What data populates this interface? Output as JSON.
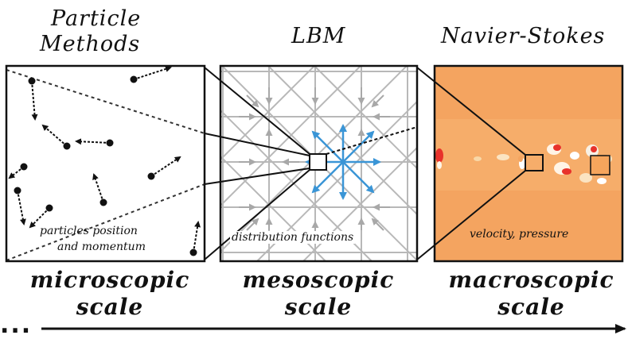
{
  "titles": {
    "particle_line1": "Particle",
    "particle_line2": "Methods",
    "lbm": "LBM",
    "navier_stokes": "Navier-Stokes"
  },
  "captions": {
    "particle_line1": "particles position",
    "particle_line2": "and momentum",
    "lbm": "distribution functions",
    "ns": "velocity, pressure"
  },
  "scales": {
    "micro_line1": "microscopic",
    "micro_line2": "scale",
    "meso_line1": "mesoscopic",
    "meso_line2": "scale",
    "macro_line1": "macroscopic",
    "macro_line2": "scale"
  },
  "axis": {
    "ellipsis": "..."
  },
  "colors": {
    "ns_background": "#F4A460",
    "lbm_arrows": "#3A95D6",
    "lbm_grid": "#B8B8B8"
  }
}
